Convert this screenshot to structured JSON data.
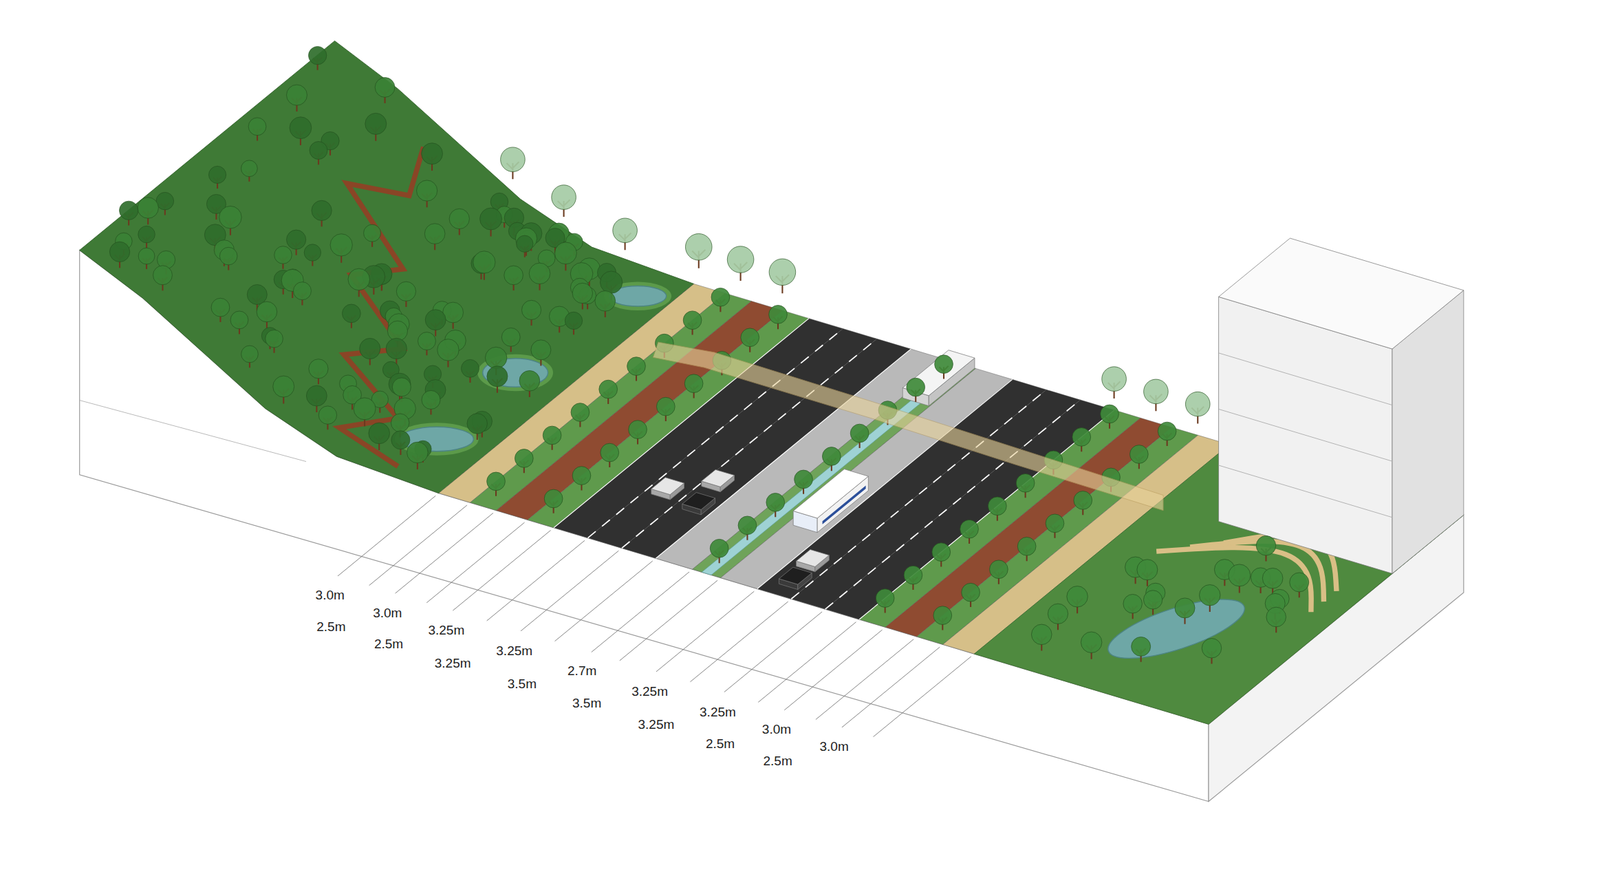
{
  "diagram": {
    "labels": [
      "3.0m",
      "2.5m",
      "3.0m",
      "2.5m",
      "3.25m",
      "3.25m",
      "3.25m",
      "3.5m",
      "2.7m",
      "3.5m",
      "3.25m",
      "3.25m",
      "3.25m",
      "2.5m",
      "3.0m",
      "2.5m",
      "3.0m"
    ]
  }
}
